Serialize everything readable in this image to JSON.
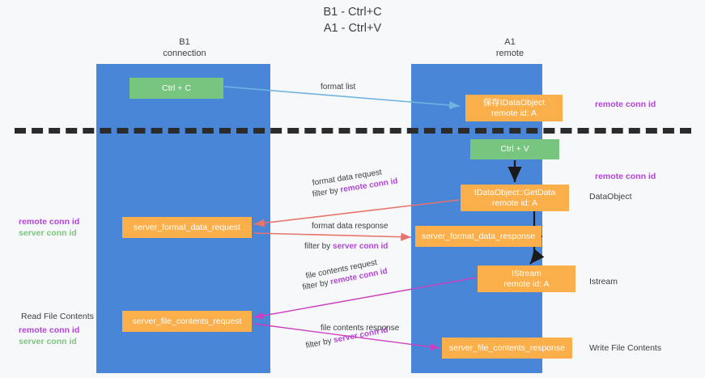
{
  "title": "B1 - Ctrl+C\nA1 - Ctrl+V",
  "title_line1": "B1 - Ctrl+C",
  "title_line2": "A1 - Ctrl+V",
  "columns": [
    {
      "name": "B1",
      "sub": "connection"
    },
    {
      "name": "A1",
      "sub": "remote"
    }
  ],
  "nodes": {
    "ctrl_c": {
      "label": "Ctrl + C",
      "color": "#78c57f"
    },
    "data_object": {
      "line1": "保存IDataObject",
      "line2": "remote id: A",
      "color": "#fbaf4b"
    },
    "ctrl_v": {
      "label": "Ctrl + V",
      "color": "#78c57f"
    },
    "get_data": {
      "line1": "IDataObject::GetData",
      "line2": "remote id: A",
      "color": "#fbaf4b"
    },
    "format_data_request": {
      "label": "server_format_data_request",
      "color": "#fbaf4b"
    },
    "format_data_response": {
      "label": "server_format_data_response",
      "color": "#fbaf4b"
    },
    "istream": {
      "line1": "IStream",
      "line2": "remote id: A",
      "color": "#fbaf4b"
    },
    "file_contents_request": {
      "label": "server_file_contents_request",
      "color": "#fbaf4b"
    },
    "file_contents_response": {
      "label": "server_file_contents_response",
      "color": "#fbaf4b"
    }
  },
  "edges": {
    "format_list": "format list",
    "format_data_request": "format data request",
    "format_data_request_filter_prefix": "filter by ",
    "format_data_request_filter_value": "remote conn id",
    "format_data_response": "format data response",
    "format_data_response_filter_prefix": "filter by ",
    "format_data_response_filter_value": "server conn id",
    "file_contents_request": "file contents request",
    "file_contents_request_filter_prefix": "filter by ",
    "file_contents_request_filter_value": "remote conn id",
    "file_contents_response": "file contents response",
    "file_contents_response_filter_prefix": "filter by ",
    "file_contents_response_filter_value": "server conn id"
  },
  "side_labels": {
    "remote_conn_id_top": "remote conn id",
    "remote_conn_id_mid": "remote conn id",
    "dataobject": "DataObject",
    "istream": "Istream",
    "write_file_contents": "Write File Contents",
    "read_file_contents": "Read File Contents",
    "left_remote_conn_id": "remote conn id",
    "left_server_conn_id": "server conn id",
    "left_remote_conn_id_2": "remote conn id",
    "left_server_conn_id_2": "server conn id"
  },
  "colors": {
    "lane": "#4a86d8",
    "green_node": "#78c57f",
    "orange_node": "#fbaf4b",
    "remote_conn_id": "#b145d6",
    "server_conn_id": "#7cc47f",
    "arrow_blue": "#6fb3e0",
    "arrow_red": "#e8736a",
    "arrow_magenta": "#cc3fbf",
    "arrow_black": "#1a1a1a",
    "divider": "#2b2b2b",
    "background": "#f7f8fa"
  }
}
